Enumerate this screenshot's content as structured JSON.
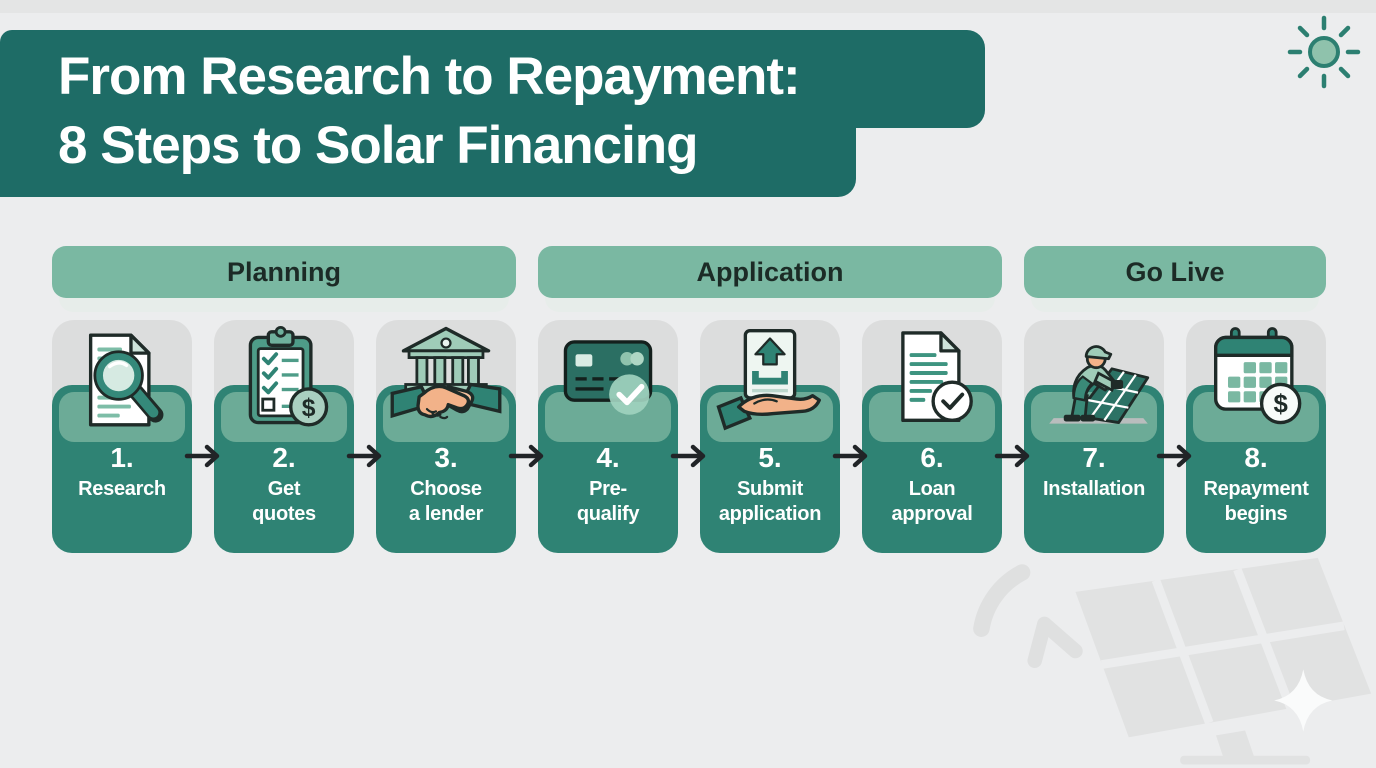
{
  "title": {
    "line1": "From Research to Repayment:",
    "line2": "8 Steps to Solar Financing"
  },
  "phases": [
    {
      "label": "Planning"
    },
    {
      "label": "Application"
    },
    {
      "label": "Go Live"
    }
  ],
  "steps": [
    {
      "number": "1.",
      "label": "Research",
      "icon": "document-magnifier-icon"
    },
    {
      "number": "2.",
      "label": "Get\nquotes",
      "icon": "clipboard-checklist-dollar-icon"
    },
    {
      "number": "3.",
      "label": "Choose\na lender",
      "icon": "bank-handshake-icon"
    },
    {
      "number": "4.",
      "label": "Pre-\nqualify",
      "icon": "credit-card-check-icon"
    },
    {
      "number": "5.",
      "label": "Submit\napplication",
      "icon": "hand-upload-document-icon"
    },
    {
      "number": "6.",
      "label": "Loan\napproval",
      "icon": "document-check-icon"
    },
    {
      "number": "7.",
      "label": "Installation",
      "icon": "solar-panel-installation-icon"
    },
    {
      "number": "8.",
      "label": "Repayment\nbegins",
      "icon": "calendar-dollar-icon"
    }
  ],
  "decor": {
    "sun_icon": "sun-icon",
    "watermark": "solar-panel-watermark",
    "sparkle": "sparkle-icon",
    "arrow_icon": "arrow-right-icon"
  },
  "colors": {
    "page_bg": "#ecedee",
    "title_bg": "#1e6c66",
    "phase_bg": "#7ab8a2",
    "phase_text": "#1c2b26",
    "card_bg": "#2f8374",
    "card_inner": "#6cab97",
    "backdrop": "#dcdddd",
    "arrow": "#212427",
    "coin": "#a9cfc0",
    "skin": "#f2b289"
  }
}
